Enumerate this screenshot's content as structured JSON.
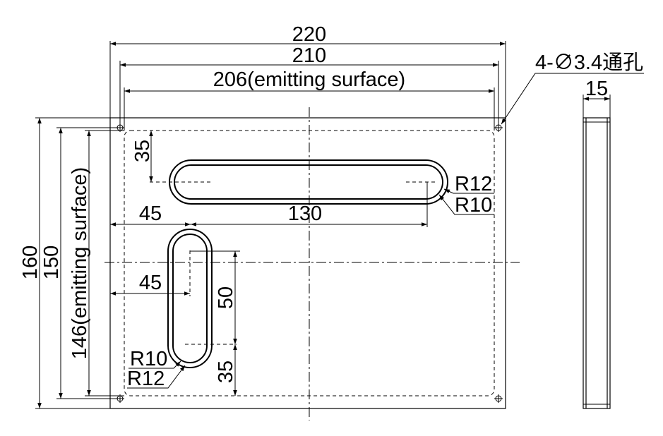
{
  "dimensions": {
    "overall_width": "220",
    "mount_width": "210",
    "emit_width": "206(emitting surface)",
    "hole_note": "4-∅3.4通孔",
    "thickness": "15",
    "overall_height": "160",
    "mount_height": "150",
    "emit_height": "146(emitting surface)",
    "top_slot_offset": "35",
    "top_slot_left": "45",
    "top_slot_length": "130",
    "top_slot_r_outer": "R12",
    "top_slot_r_inner": "R10",
    "side_slot_left": "45",
    "side_slot_length": "50",
    "side_slot_bottom": "35",
    "side_slot_r_inner": "R10",
    "side_slot_r_outer": "R12"
  },
  "colors": {
    "line": "#000000",
    "background": "#ffffff"
  }
}
